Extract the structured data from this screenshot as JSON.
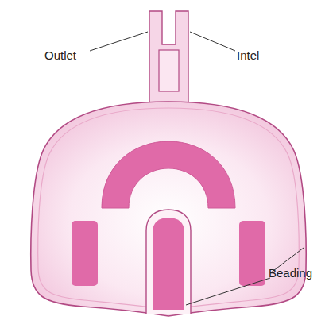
{
  "diagram": {
    "labels": [
      "Outlet",
      "Intel",
      "Beading"
    ]
  }
}
